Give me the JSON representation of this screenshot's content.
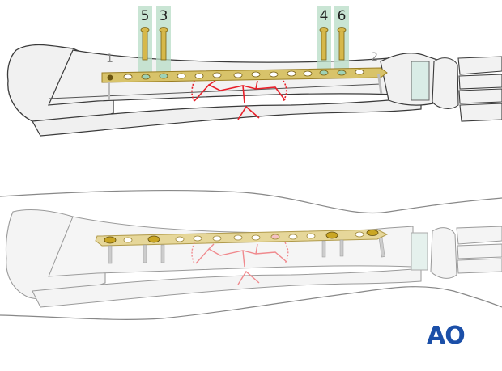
{
  "figure": {
    "type": "surgical-illustration",
    "subject": "Tibial plate fixation sequence",
    "top_view": {
      "screw_labels": [
        "5",
        "3",
        "4",
        "6"
      ],
      "end_labels": [
        "1",
        "2"
      ],
      "colors": {
        "plate": "#d8c36a",
        "plate_edge": "#9a7e22",
        "screw_highlight": "#b7dcc6",
        "fracture": "#e8202a",
        "bone": "#f1f1f1",
        "outline": "#3a3a3a"
      }
    },
    "bottom_view": {
      "description": "Final construct with plate and screws inserted, soft tissue outline shown",
      "colors": {
        "fracture": "#f08a8e",
        "outline": "#9a9a9a"
      }
    },
    "logo": {
      "text": "AO",
      "color": "#1b4fa8"
    }
  }
}
